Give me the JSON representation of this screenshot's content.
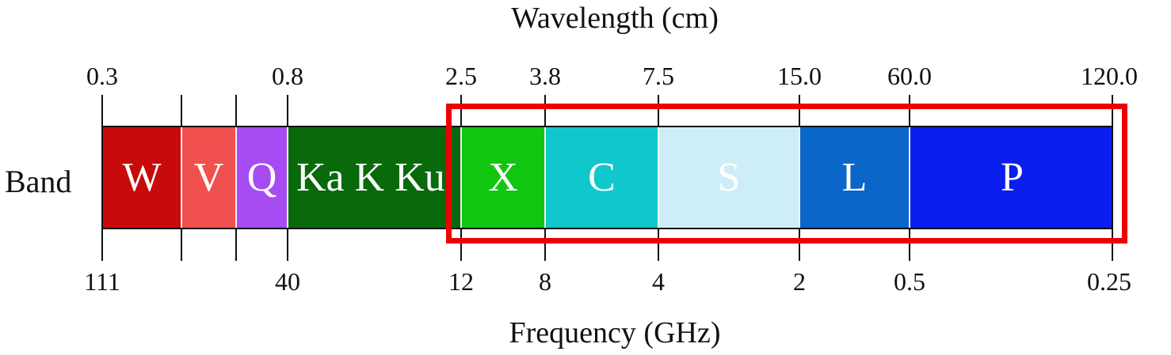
{
  "wavelength_title": "Wavelength (cm)",
  "frequency_title": "Frequency (GHz)",
  "row_label": "Band",
  "bands": [
    {
      "label": "W",
      "color": "#c80a0a"
    },
    {
      "label": "V",
      "color": "#f0504e"
    },
    {
      "label": "Q",
      "color": "#a64cf2"
    },
    {
      "label": "Ka K Ku",
      "color": "#086a0a"
    },
    {
      "label": "X",
      "color": "#10c610"
    },
    {
      "label": "C",
      "color": "#10c8cc"
    },
    {
      "label": "S",
      "color": "#cdeef8"
    },
    {
      "label": "L",
      "color": "#0a66c8"
    },
    {
      "label": "P",
      "color": "#0a1ef0"
    }
  ],
  "wavelength_ticks": [
    "0.3",
    "",
    "",
    "0.8",
    "2.5",
    "3.8",
    "7.5",
    "15.0",
    "60.0",
    "120.0"
  ],
  "frequency_ticks": [
    "111",
    "",
    "",
    "40",
    "12",
    "8",
    "4",
    "2",
    "0.5",
    "0.25"
  ],
  "highlight_color": "#ee0000",
  "highlighted_bands": [
    "X",
    "C",
    "S",
    "L",
    "P"
  ]
}
